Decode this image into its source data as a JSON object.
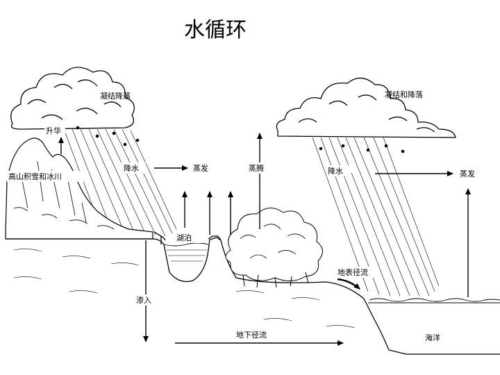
{
  "title": "水循环",
  "labels": {
    "condense_left": "凝结降落",
    "sublimation": "升华",
    "snow_glacier": "高山积雪和冰川",
    "precip_left": "降水",
    "evap_left": "蒸发",
    "transpiration": "蒸腾",
    "lake": "湖泊",
    "infiltration": "渗入",
    "groundwater_flow": "地下径流",
    "surface_runoff": "地表径流",
    "condense_right": "凝结和降落",
    "precip_right": "降水",
    "evap_right": "蒸发",
    "ocean": "海洋"
  }
}
